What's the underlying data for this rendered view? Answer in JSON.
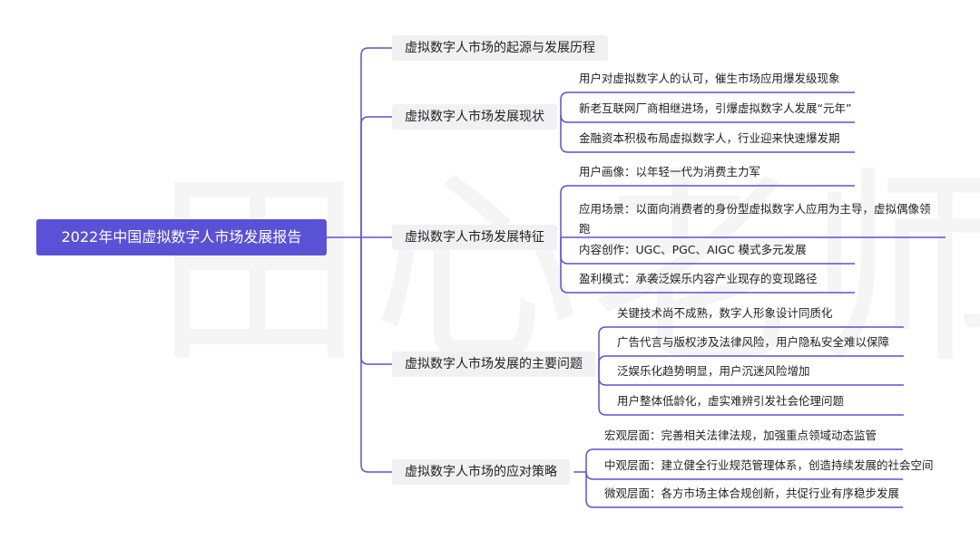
{
  "root": {
    "label": "2022年中国虚拟数字人市场发展报告"
  },
  "watermark": "田心老师",
  "colors": {
    "accent": "#5a52d6",
    "line": "#5a52d6",
    "branch_bg": "#f1f1f3"
  },
  "branches": [
    {
      "label": "虚拟数字人市场的起源与发展历程",
      "children": []
    },
    {
      "label": "虚拟数字人市场发展现状",
      "children": [
        "用户对虚拟数字人的认可，催生市场应用爆发级现象",
        "新老互联网厂商相继进场，引爆虚拟数字人发展“元年”",
        "金融资本积极布局虚拟数字人，行业迎来快速爆发期"
      ]
    },
    {
      "label": "虚拟数字人市场发展特征",
      "children": [
        "用户画像：以年轻一代为消费主力军",
        "应用场景：以面向消费者的身份型虚拟数字人应用为主导，虚拟偶像领跑",
        "内容创作：UGC、PGC、AIGC 模式多元发展",
        "盈利模式：承袭泛娱乐内容产业现存的变现路径"
      ]
    },
    {
      "label": "虚拟数字人市场发展的主要问题",
      "children": [
        "关键技术尚不成熟，数字人形象设计同质化",
        "广告代言与版权涉及法律风险，用户隐私安全难以保障",
        "泛娱乐化趋势明显，用户沉迷风险增加",
        "用户整体低龄化，虚实难辨引发社会伦理问题"
      ]
    },
    {
      "label": "虚拟数字人市场的应对策略",
      "children": [
        "宏观层面：完善相关法律法规，加强重点领域动态监管",
        "中观层面：建立健全行业规范管理体系，创造持续发展的社会空间",
        "微观层面：各方市场主体合规创新，共促行业有序稳步发展"
      ]
    }
  ]
}
